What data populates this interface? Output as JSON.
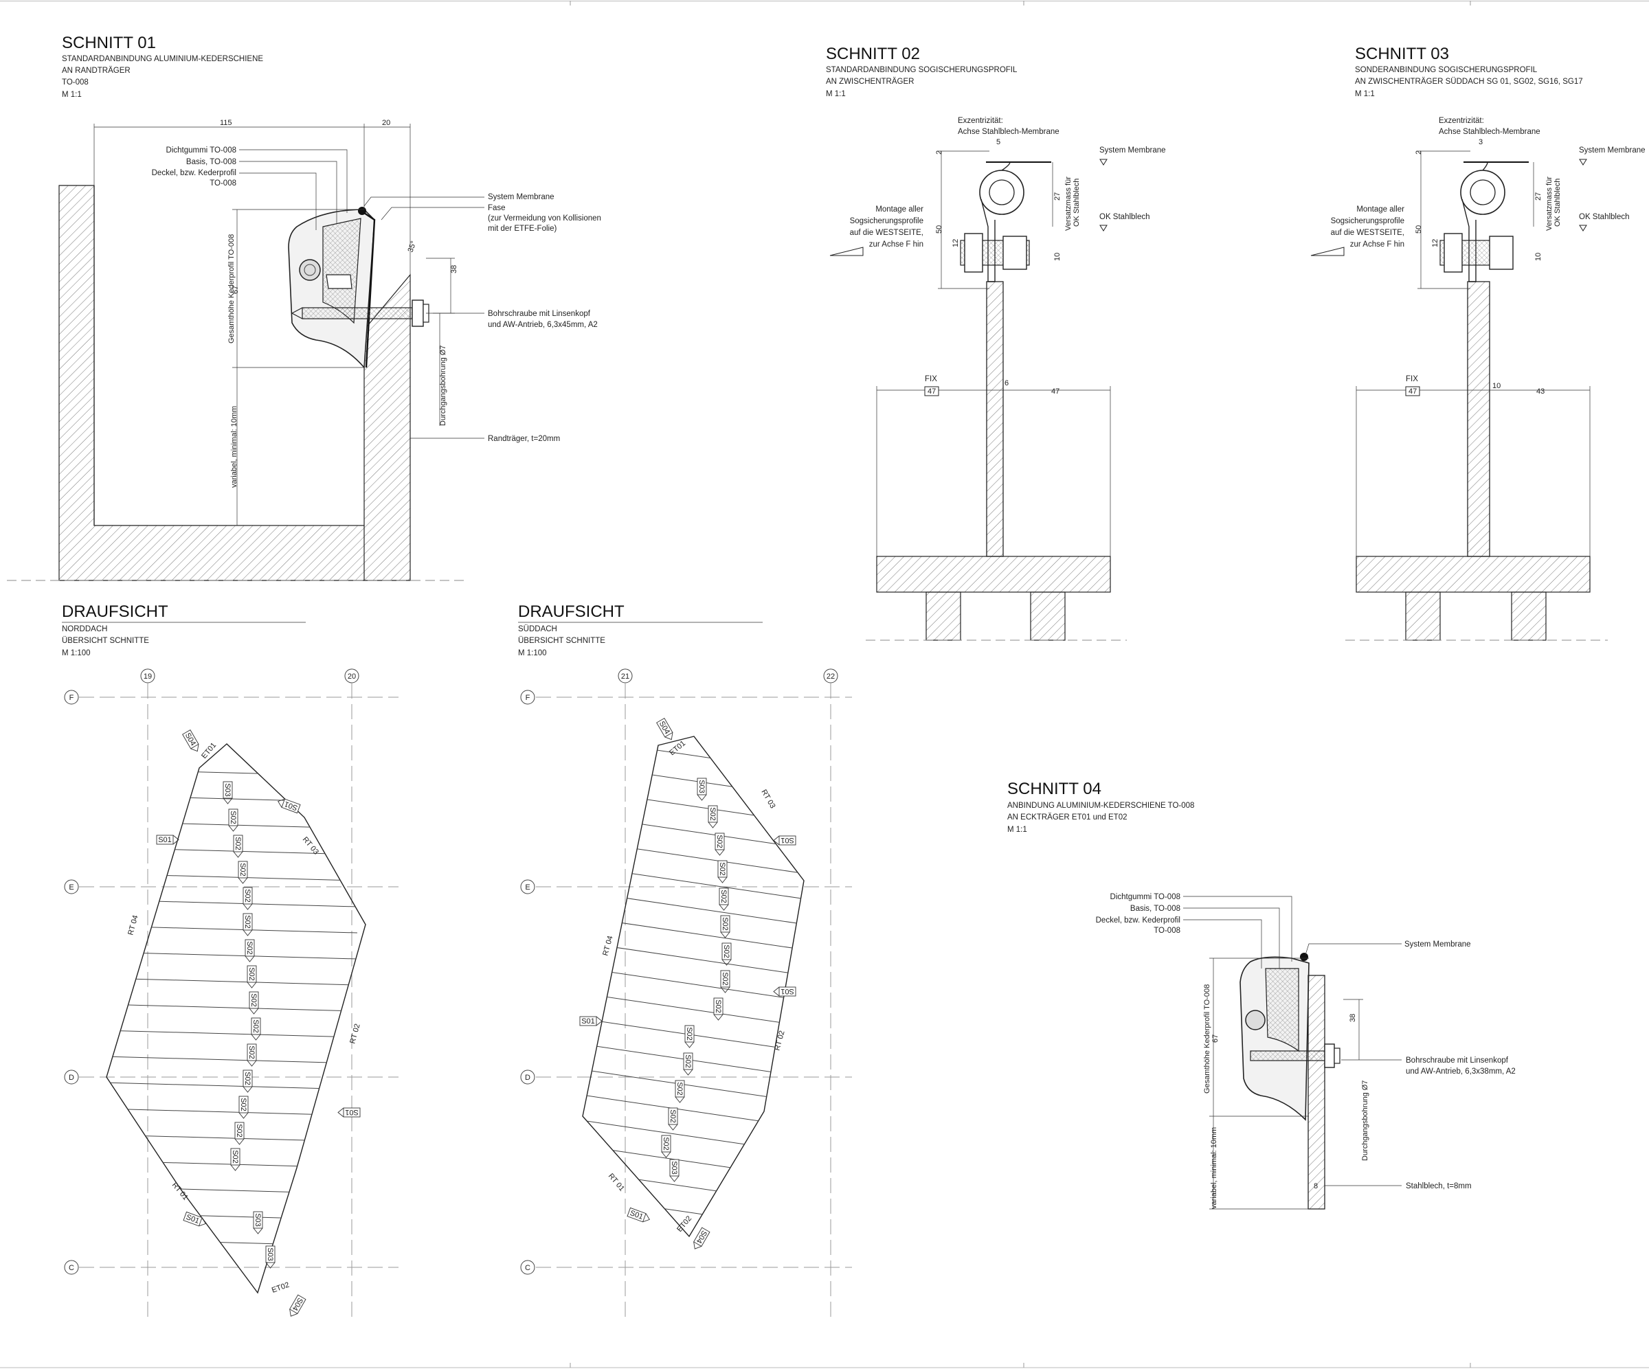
{
  "schnitt01": {
    "title": "SCHNITT 01",
    "line1": "STANDARDANBINDUNG ALUMINIUM-KEDERSCHIENE",
    "line2": "AN RANDTRÄGER",
    "line3": "TO-008",
    "scale": "M 1:1",
    "dim_width": "115",
    "dim_gap": "20",
    "dim_38": "38",
    "dim_67": "Gesamthöhe Kederprofil TO-008",
    "dim_67_val": "67",
    "dim_var": "variabel, minimal: 10mm",
    "angle": "35°",
    "l_dichtgummi": "Dichtgummi TO-008",
    "l_basis": "Basis, TO-008",
    "l_deckel1": "Deckel, bzw. Kederprofil",
    "l_deckel2": "TO-008",
    "l_membrane": "System Membrane",
    "l_fase1": "Fase",
    "l_fase2": "(zur Vermeidung von Kollisionen",
    "l_fase3": "mit der ETFE-Folie)",
    "l_schraube1": "Bohrschraube mit Linsenkopf",
    "l_schraube2": "und AW-Antrieb, 6,3x45mm, A2",
    "l_bohrung": "Durchgangsbohrung Ø7",
    "l_traeger": "Randträger, t=20mm"
  },
  "schnitt02": {
    "title": "SCHNITT 02",
    "line1": "STANDARDANBINDUNG SOGISCHERUNGSPROFIL",
    "line2": "AN ZWISCHENTRÄGER",
    "scale": "M 1:1",
    "ex1": "Exzentrizität:",
    "ex2": "Achse Stahlblech-Membrane",
    "membrane": "System Membrane",
    "ok": "OK Stahlblech",
    "vers1": "Versatzmass für",
    "vers2": "OK Stahlblech",
    "mont1": "Montage aller",
    "mont2": "Sogsicherungsprofile",
    "mont3": "auf die WESTSEITE,",
    "mont4": "zur Achse F hin",
    "d2": "2",
    "d5": "5",
    "d27": "27",
    "d50": "50",
    "d12": "12",
    "d10": "10",
    "fix": "FIX",
    "d47a": "47",
    "d6": "6",
    "d47b": "47"
  },
  "schnitt03": {
    "title": "SCHNITT 03",
    "line1": "SONDERANBINDUNG SOGISCHERUNGSPROFIL",
    "line2": "AN ZWISCHENTRÄGER SÜDDACH SG 01, SG02, SG16, SG17",
    "scale": "M 1:1",
    "ex1": "Exzentrizität:",
    "ex2": "Achse Stahlblech-Membrane",
    "membrane": "System Membrane",
    "ok": "OK Stahlblech",
    "vers1": "Versatzmass für",
    "vers2": "OK Stahlblech",
    "mont1": "Montage aller",
    "mont2": "Sogsicherungsprofile",
    "mont3": "auf die WESTSEITE,",
    "mont4": "zur Achse F hin",
    "d2": "2",
    "d3": "3",
    "d27": "27",
    "d50": "50",
    "d12": "12",
    "d10": "10",
    "fix": "FIX",
    "d47": "47",
    "d10b": "10",
    "d43": "43"
  },
  "schnitt04": {
    "title": "SCHNITT 04",
    "line1": "ANBINDUNG ALUMINIUM-KEDERSCHIENE TO-008",
    "line2": "AN ECKTRÄGER ET01 und ET02",
    "scale": "M 1:1",
    "l_dichtgummi": "Dichtgummi TO-008",
    "l_basis": "Basis, TO-008",
    "l_deckel1": "Deckel, bzw. Kederprofil",
    "l_deckel2": "TO-008",
    "l_membrane": "System Membrane",
    "l_schraube1": "Bohrschraube mit Linsenkopf",
    "l_schraube2": "und AW-Antrieb, 6,3x38mm, A2",
    "l_bohrung": "Durchgangsbohrung Ø7",
    "l_blech": "Stahlblech, t=8mm",
    "dim_67": "Gesamthöhe Kederprofil TO-008",
    "dim_67_val": "67",
    "dim_var": "variabel, minimal: 10mm",
    "dim_38": "38",
    "dim_8": "8"
  },
  "draufsicht_nord": {
    "title": "DRAUFSICHT",
    "line1": "NORDDACH",
    "line2": "ÜBERSICHT SCHNITTE",
    "scale": "M 1:100",
    "axis_19": "19",
    "axis_20": "20",
    "axis_F": "F",
    "axis_E": "E",
    "axis_D": "D",
    "axis_C": "C",
    "rt01": "RT 01",
    "rt02": "RT 02",
    "rt03": "RT 03",
    "rt04": "RT 04",
    "et01": "ET01",
    "et02": "ET02"
  },
  "draufsicht_sued": {
    "title": "DRAUFSICHT",
    "line1": "SÜDDACH",
    "line2": "ÜBERSICHT SCHNITTE",
    "scale": "M 1:100",
    "axis_21": "21",
    "axis_22": "22",
    "axis_F": "F",
    "axis_E": "E",
    "axis_D": "D",
    "axis_C": "C",
    "rt01": "RT 01",
    "rt02": "RT 02",
    "rt03": "RT 03",
    "rt04": "RT 04",
    "et01": "ET01",
    "et02": "ET02"
  },
  "section_tags": {
    "s01": "S01",
    "s02": "S02",
    "s03": "S03",
    "s04": "S04"
  }
}
